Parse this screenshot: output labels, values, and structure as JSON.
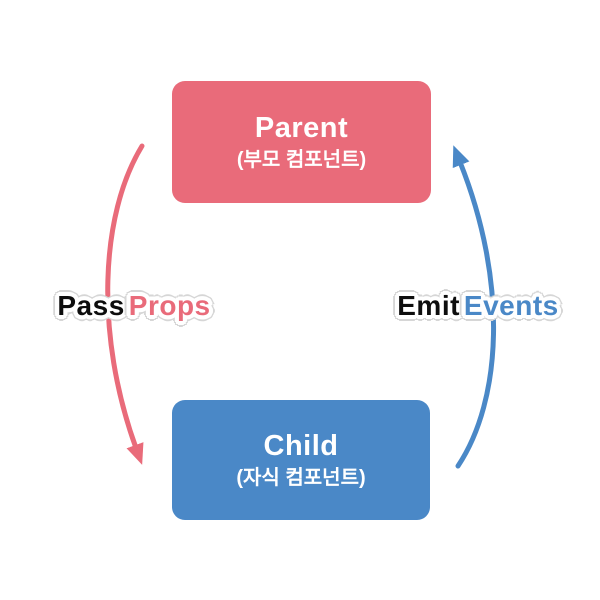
{
  "colors": {
    "background": "#ffffff",
    "pink": "#e96b7a",
    "blue": "#4a88c7",
    "label_black": "#0d0d0d",
    "label_outline": "#ffffff",
    "label_outline_rim": "#d6d6d6",
    "box_text": "#ffffff"
  },
  "diagram": {
    "parent": {
      "title": "Parent",
      "subtitle": "(부모 컴포넌트)"
    },
    "child": {
      "title": "Child",
      "subtitle": "(자식 컴포넌트)"
    },
    "pass_props": {
      "word1": "Pass",
      "word2": "Props"
    },
    "emit_events": {
      "word1": "Emit",
      "word2": "Events"
    }
  }
}
